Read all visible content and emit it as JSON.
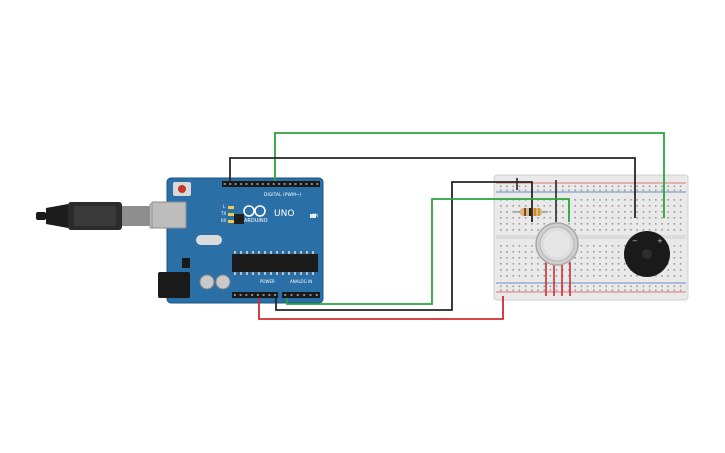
{
  "arduino": {
    "brand": "ARDUINO",
    "model": "UNO",
    "digital_header": "DIGITAL (PWM~)",
    "power_header": "POWER",
    "analog_header": "ANALOG IN",
    "on_label": "ON",
    "tx_label": "TX",
    "rx_label": "RX",
    "l_label": "L",
    "board_color": "#2a6fa6",
    "logo_icon": "infinity-logo-icon"
  },
  "colors": {
    "wire_green": "#2aa33a",
    "wire_black": "#262626",
    "wire_red": "#d12b2b",
    "breadboard": "#e9e9e9",
    "rail_red": "#d9534f",
    "rail_blue": "#3a6fb5"
  },
  "components": {
    "usb_cable": "usb-cable-icon",
    "gas_sensor": "gas-sensor-icon",
    "buzzer": "piezo-buzzer-icon",
    "resistor": "resistor-icon"
  }
}
